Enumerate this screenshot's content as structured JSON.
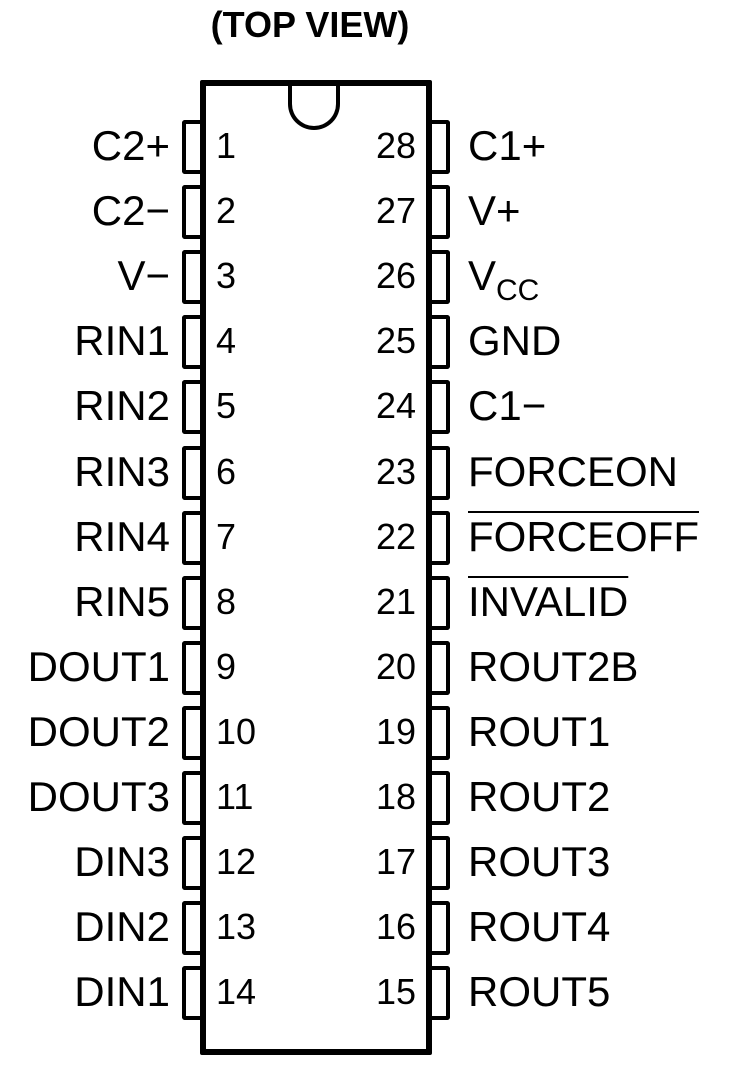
{
  "title": "(TOP VIEW)",
  "left_pins": [
    {
      "num": "1",
      "label": "C2+"
    },
    {
      "num": "2",
      "label": "C2−"
    },
    {
      "num": "3",
      "label": "V−"
    },
    {
      "num": "4",
      "label": "RIN1"
    },
    {
      "num": "5",
      "label": "RIN2"
    },
    {
      "num": "6",
      "label": "RIN3"
    },
    {
      "num": "7",
      "label": "RIN4"
    },
    {
      "num": "8",
      "label": "RIN5"
    },
    {
      "num": "9",
      "label": "DOUT1"
    },
    {
      "num": "10",
      "label": "DOUT2"
    },
    {
      "num": "11",
      "label": "DOUT3"
    },
    {
      "num": "12",
      "label": "DIN3"
    },
    {
      "num": "13",
      "label": "DIN2"
    },
    {
      "num": "14",
      "label": "DIN1"
    }
  ],
  "right_pins": [
    {
      "num": "28",
      "label": "C1+"
    },
    {
      "num": "27",
      "label": "V+"
    },
    {
      "num": "26",
      "label": "V",
      "subscript": "CC"
    },
    {
      "num": "25",
      "label": "GND"
    },
    {
      "num": "24",
      "label": "C1−"
    },
    {
      "num": "23",
      "label": "FORCEON"
    },
    {
      "num": "22",
      "label": "FORCEOFF",
      "overline": true
    },
    {
      "num": "21",
      "label": "INVALID",
      "overline": true
    },
    {
      "num": "20",
      "label": "ROUT2B"
    },
    {
      "num": "19",
      "label": "ROUT1"
    },
    {
      "num": "18",
      "label": "ROUT2"
    },
    {
      "num": "17",
      "label": "ROUT3"
    },
    {
      "num": "16",
      "label": "ROUT4"
    },
    {
      "num": "15",
      "label": "ROUT5"
    }
  ]
}
